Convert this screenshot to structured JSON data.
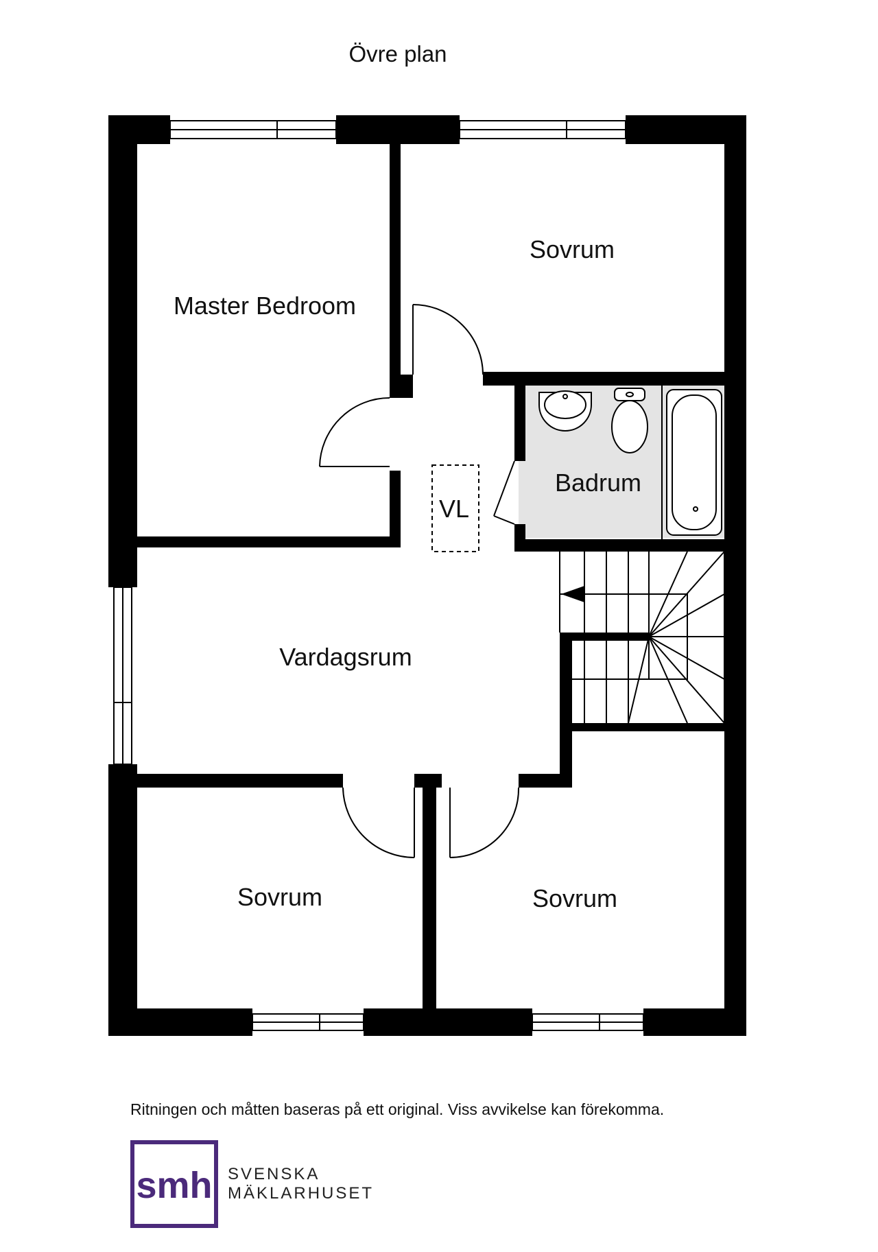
{
  "title": "Övre plan",
  "rooms": {
    "master_bedroom": "Master Bedroom",
    "sovrum_top": "Sovrum",
    "badrum": "Badrum",
    "vl": "VL",
    "vardagsrum": "Vardagsrum",
    "sovrum_bottom_left": "Sovrum",
    "sovrum_bottom_right": "Sovrum"
  },
  "disclaimer": "Ritningen och måtten baseras på ett original. Viss avvikelse kan förekomma.",
  "logo": {
    "mark": "smh",
    "line1": "SVENSKA",
    "line2": "MÄKLARHUSET",
    "color": "#4b2a7b"
  },
  "colors": {
    "wall": "#000000",
    "bathroom_floor": "#e4e4e4"
  }
}
